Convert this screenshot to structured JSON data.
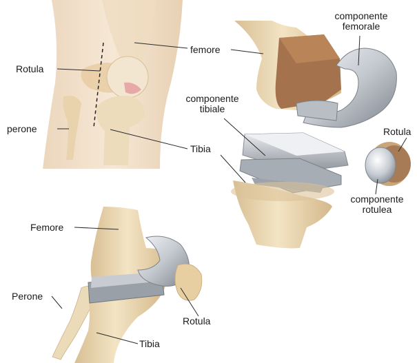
{
  "panels": {
    "knee_front": {
      "labels": {
        "rotula": "Rotula",
        "perone": "perone",
        "femore": "femore",
        "tibia": "Tibia"
      }
    },
    "exploded": {
      "labels": {
        "femoral_component": [
          "componente",
          "femorale"
        ],
        "tibial_component": [
          "componente",
          "tibiale"
        ],
        "rotula": "Rotula",
        "patellar_component": [
          "componente",
          "rotulea"
        ]
      }
    },
    "implanted": {
      "labels": {
        "femore": "Femore",
        "perone": "Perone",
        "rotula": "Rotula",
        "tibia": "Tibia"
      }
    }
  },
  "colors": {
    "bone": "#efdcb6",
    "bone_shade": "#d9c198",
    "cut_bone": "#a4734d",
    "metal": "#c9cdd3",
    "metal_dark": "#8e949c",
    "skin": "#f2dfc8",
    "leader": "#2a2a2a"
  }
}
